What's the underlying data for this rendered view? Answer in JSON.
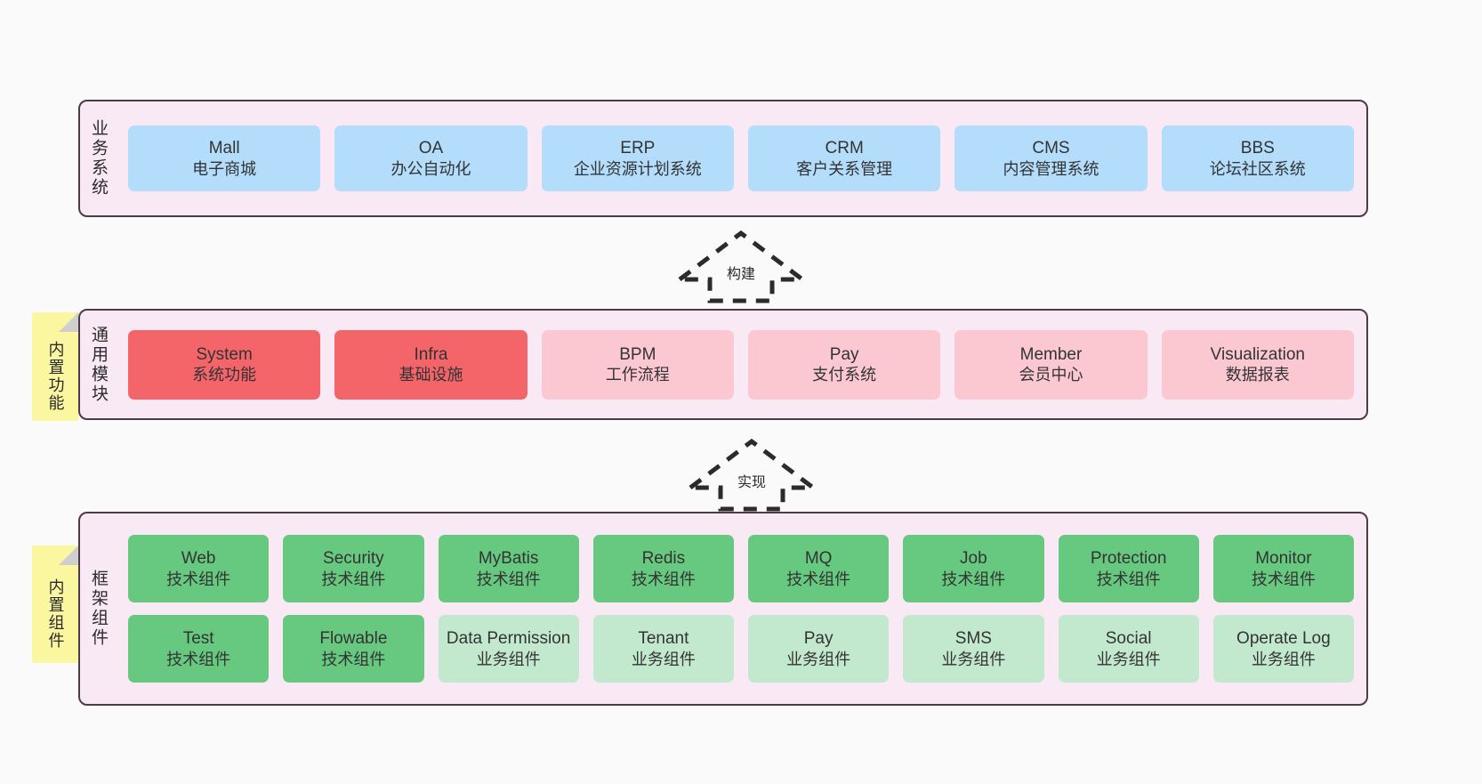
{
  "diagram": {
    "background": "#fafafa",
    "colors": {
      "layer_fill": "#f9e9f4",
      "layer_border": "#4a3b45",
      "business": "#b3ddfb",
      "core_strong": "#f4656a",
      "core_light": "#fbc8d2",
      "tech_strong": "#66c97f",
      "tech_light": "#c2e9cd",
      "sticky": "#fbf7a0",
      "sticky_fold": "#cfcfcf"
    }
  },
  "layers": [
    {
      "id": "business",
      "label": "业务系统",
      "rows": [
        [
          {
            "title": "Mall",
            "subtitle": "电子商城",
            "style": "c-blue"
          },
          {
            "title": "OA",
            "subtitle": "办公自动化",
            "style": "c-blue"
          },
          {
            "title": "ERP",
            "subtitle": "企业资源计划系统",
            "style": "c-blue"
          },
          {
            "title": "CRM",
            "subtitle": "客户关系管理",
            "style": "c-blue"
          },
          {
            "title": "CMS",
            "subtitle": "内容管理系统",
            "style": "c-blue"
          },
          {
            "title": "BBS",
            "subtitle": "论坛社区系统",
            "style": "c-blue"
          }
        ]
      ]
    },
    {
      "id": "common",
      "label": "通用模块",
      "rows": [
        [
          {
            "title": "System",
            "subtitle": "系统功能",
            "style": "c-red"
          },
          {
            "title": "Infra",
            "subtitle": "基础设施",
            "style": "c-red"
          },
          {
            "title": "BPM",
            "subtitle": "工作流程",
            "style": "c-pink"
          },
          {
            "title": "Pay",
            "subtitle": "支付系统",
            "style": "c-pink"
          },
          {
            "title": "Member",
            "subtitle": "会员中心",
            "style": "c-pink"
          },
          {
            "title": "Visualization",
            "subtitle": "数据报表",
            "style": "c-pink"
          }
        ]
      ]
    },
    {
      "id": "frame",
      "label": "框架组件",
      "rows": [
        [
          {
            "title": "Web",
            "subtitle": "技术组件",
            "style": "c-green"
          },
          {
            "title": "Security",
            "subtitle": "技术组件",
            "style": "c-green"
          },
          {
            "title": "MyBatis",
            "subtitle": "技术组件",
            "style": "c-green"
          },
          {
            "title": "Redis",
            "subtitle": "技术组件",
            "style": "c-green"
          },
          {
            "title": "MQ",
            "subtitle": "技术组件",
            "style": "c-green"
          },
          {
            "title": "Job",
            "subtitle": "技术组件",
            "style": "c-green"
          },
          {
            "title": "Protection",
            "subtitle": "技术组件",
            "style": "c-green"
          },
          {
            "title": "Monitor",
            "subtitle": "技术组件",
            "style": "c-green"
          }
        ],
        [
          {
            "title": "Test",
            "subtitle": "技术组件",
            "style": "c-green"
          },
          {
            "title": "Flowable",
            "subtitle": "技术组件",
            "style": "c-green"
          },
          {
            "title": "Data Permission",
            "subtitle": "业务组件",
            "style": "c-greenlight"
          },
          {
            "title": "Tenant",
            "subtitle": "业务组件",
            "style": "c-greenlight"
          },
          {
            "title": "Pay",
            "subtitle": "业务组件",
            "style": "c-greenlight"
          },
          {
            "title": "SMS",
            "subtitle": "业务组件",
            "style": "c-greenlight"
          },
          {
            "title": "Social",
            "subtitle": "业务组件",
            "style": "c-greenlight"
          },
          {
            "title": "Operate Log",
            "subtitle": "业务组件",
            "style": "c-greenlight"
          }
        ]
      ]
    }
  ],
  "stickies": [
    {
      "id": "sticky-common",
      "label": "内置功能"
    },
    {
      "id": "sticky-frame",
      "label": "内置组件"
    }
  ],
  "arrows": [
    {
      "id": "arrow-build",
      "label": "构建",
      "from": "通用模块",
      "to": "业务系统",
      "style": "dashed-hollow-up"
    },
    {
      "id": "arrow-impl",
      "label": "实现",
      "from": "框架组件",
      "to": "通用模块",
      "style": "dashed-hollow-up"
    }
  ]
}
